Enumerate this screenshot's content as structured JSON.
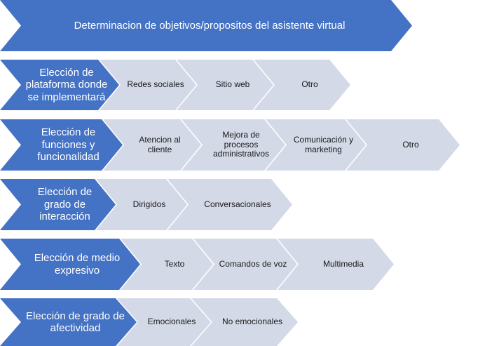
{
  "diagram": {
    "type": "chevron-process-flow",
    "title": "Determinacion de objetivos/propositos del asistente virtual",
    "colors": {
      "primary": "#4472C4",
      "secondary": "#D4D9E8",
      "primary_text": "#FFFFFF",
      "secondary_text": "#1A1A1A",
      "background": "#FFFFFF"
    },
    "rows": [
      {
        "id": "row-objetivos",
        "lead": "Determinacion de objetivos/propositos del asistente virtual",
        "options": []
      },
      {
        "id": "row-plataforma",
        "lead": "Elección de plataforma donde se implementará",
        "options": [
          "Redes sociales",
          "Sitio web",
          "Otro"
        ]
      },
      {
        "id": "row-funciones",
        "lead": "Elección de funciones y funcionalidad",
        "options": [
          "Atencion al cliente",
          "Mejora de procesos administrativos",
          "Comunicación y marketing",
          "Otro"
        ]
      },
      {
        "id": "row-interaccion",
        "lead": "Elección de grado de interacción",
        "options": [
          "Dirigidos",
          "Conversacionales"
        ]
      },
      {
        "id": "row-medio-expresivo",
        "lead": "Elección de medio expresivo",
        "options": [
          "Texto",
          "Comandos de voz",
          "Multimedia"
        ]
      },
      {
        "id": "row-afectividad",
        "lead": "Elección de grado de afectividad",
        "options": [
          "Emocionales",
          "No emocionales"
        ]
      }
    ]
  }
}
